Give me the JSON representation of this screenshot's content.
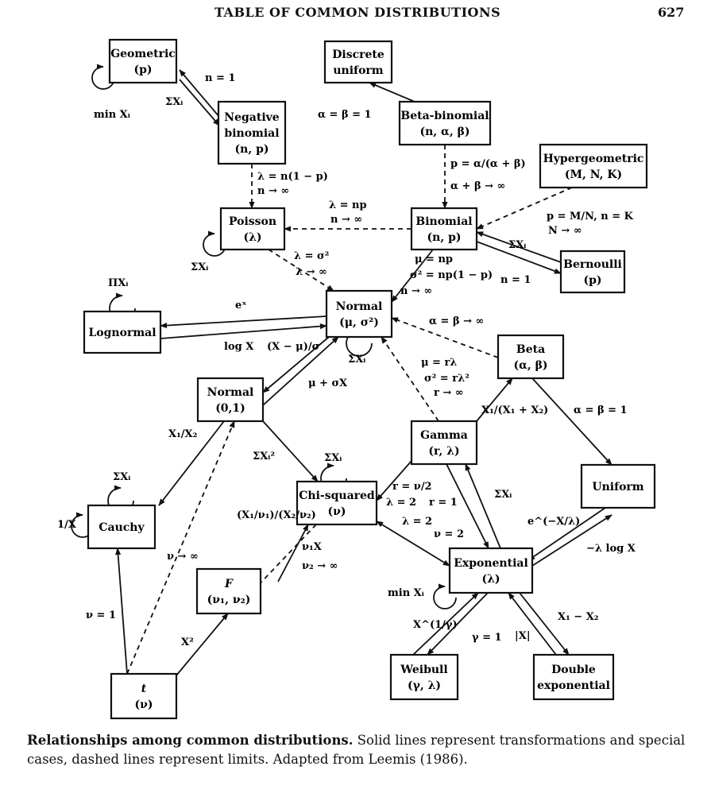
{
  "header": {
    "title": "TABLE OF COMMON DISTRIBUTIONS",
    "page_number": "627"
  },
  "caption": {
    "title": "Relationships among common distributions.",
    "body": "Solid lines represent transformations and special cases, dashed lines represent limits. Adapted from Leemis (1986)."
  },
  "nodes": [
    {
      "id": "geometric",
      "lines": [
        "Geometric",
        "(p)"
      ]
    },
    {
      "id": "discrete-uniform",
      "lines": [
        "Discrete",
        "uniform"
      ]
    },
    {
      "id": "negative-binomial",
      "lines": [
        "Negative",
        "binomial",
        "(n, p)"
      ]
    },
    {
      "id": "beta-binomial",
      "lines": [
        "Beta-binomial",
        "(n, α, β)"
      ]
    },
    {
      "id": "hypergeometric",
      "lines": [
        "Hypergeometric",
        "(M, N, K)"
      ]
    },
    {
      "id": "poisson",
      "lines": [
        "Poisson",
        "(λ)"
      ]
    },
    {
      "id": "binomial",
      "lines": [
        "Binomial",
        "(n, p)"
      ]
    },
    {
      "id": "bernoulli",
      "lines": [
        "Bernoulli",
        "(p)"
      ]
    },
    {
      "id": "normal",
      "lines": [
        "Normal",
        "(μ, σ²)"
      ]
    },
    {
      "id": "lognormal",
      "lines": [
        "Lognormal"
      ]
    },
    {
      "id": "beta",
      "lines": [
        "Beta",
        "(α, β)"
      ]
    },
    {
      "id": "standard-normal",
      "lines": [
        "Normal",
        "(0,1)"
      ]
    },
    {
      "id": "gamma",
      "lines": [
        "Gamma",
        "(r, λ)"
      ]
    },
    {
      "id": "uniform",
      "lines": [
        "Uniform"
      ]
    },
    {
      "id": "cauchy",
      "lines": [
        "Cauchy"
      ]
    },
    {
      "id": "chi-squared",
      "lines": [
        "Chi-squared",
        "(ν)"
      ]
    },
    {
      "id": "f",
      "lines": [
        "F",
        "(ν₁, ν₂)"
      ]
    },
    {
      "id": "exponential",
      "lines": [
        "Exponential",
        "(λ)"
      ]
    },
    {
      "id": "t",
      "lines": [
        "t",
        "(ν)"
      ]
    },
    {
      "id": "weibull",
      "lines": [
        "Weibull",
        "(γ, λ)"
      ]
    },
    {
      "id": "double-exponential",
      "lines": [
        "Double",
        "exponential"
      ]
    }
  ],
  "labels": [
    {
      "id": "geo-negbin-n1",
      "text": "n = 1"
    },
    {
      "id": "geo-sum",
      "text": "ΣXᵢ"
    },
    {
      "id": "geo-min",
      "text": "min Xᵢ"
    },
    {
      "id": "betabin-discunif",
      "text": "α = β = 1"
    },
    {
      "id": "negbin-poisson-1",
      "text": "λ = n(1 − p)"
    },
    {
      "id": "negbin-poisson-2",
      "text": "n → ∞"
    },
    {
      "id": "betabin-binom-1",
      "text": "p = α/(α + β)"
    },
    {
      "id": "betabin-binom-2",
      "text": "α + β → ∞"
    },
    {
      "id": "binom-poisson-1",
      "text": "λ = np"
    },
    {
      "id": "binom-poisson-2",
      "text": "n → ∞"
    },
    {
      "id": "hyper-binom-1",
      "text": "p = M/N, n = K"
    },
    {
      "id": "hyper-binom-2",
      "text": "N → ∞"
    },
    {
      "id": "bern-sum",
      "text": "ΣXᵢ"
    },
    {
      "id": "bern-n1",
      "text": "n = 1"
    },
    {
      "id": "poisson-sum",
      "text": "ΣXᵢ"
    },
    {
      "id": "poisson-normal-1",
      "text": "λ = σ²"
    },
    {
      "id": "poisson-normal-2",
      "text": "λ → ∞"
    },
    {
      "id": "binom-normal-1",
      "text": "μ = np"
    },
    {
      "id": "binom-normal-2",
      "text": "σ² = np(1 − p)"
    },
    {
      "id": "binom-normal-3",
      "text": "n → ∞"
    },
    {
      "id": "lognormal-prod",
      "text": "ΠXᵢ"
    },
    {
      "id": "lognormal-ex",
      "text": "eˣ"
    },
    {
      "id": "lognormal-log",
      "text": "log X"
    },
    {
      "id": "std-normal-1",
      "text": "(X − μ)/σ"
    },
    {
      "id": "std-normal-2",
      "text": "μ + σX"
    },
    {
      "id": "normal-sum",
      "text": "ΣXᵢ"
    },
    {
      "id": "beta-normal",
      "text": "α = β → ∞"
    },
    {
      "id": "gamma-normal-1",
      "text": "μ = rλ"
    },
    {
      "id": "gamma-normal-2",
      "text": "σ² = rλ²"
    },
    {
      "id": "gamma-normal-3",
      "text": "r → ∞"
    },
    {
      "id": "beta-uniform",
      "text": "α = β = 1"
    },
    {
      "id": "gamma-beta",
      "text": "X₁/(X₁ + X₂)"
    },
    {
      "id": "cauchy-ratio",
      "text": "X₁/X₂"
    },
    {
      "id": "chisq-sq",
      "text": "ΣXᵢ²"
    },
    {
      "id": "chisq-sum",
      "text": "ΣXᵢ"
    },
    {
      "id": "gamma-chisq-1",
      "text": "r = ν/2"
    },
    {
      "id": "gamma-chisq-2",
      "text": "λ = 2"
    },
    {
      "id": "gamma-chisq-3",
      "text": "r = 1"
    },
    {
      "id": "gamma-exp-sum",
      "text": "ΣXᵢ"
    },
    {
      "id": "cauchy-sum",
      "text": "ΣXᵢ"
    },
    {
      "id": "cauchy-recip",
      "text": "1/X"
    },
    {
      "id": "t-normal",
      "text": "ν → ∞"
    },
    {
      "id": "chisq-f-ratio",
      "text": "(X₁/ν₁)/(X₂/ν₂)"
    },
    {
      "id": "f-chisq-1",
      "text": "ν₁X"
    },
    {
      "id": "f-chisq-2",
      "text": "ν₂ → ∞"
    },
    {
      "id": "chisq-exp-1",
      "text": "λ = 2"
    },
    {
      "id": "chisq-exp-2",
      "text": "ν = 2"
    },
    {
      "id": "uniform-exp-1",
      "text": "e^(−X/λ)"
    },
    {
      "id": "uniform-exp-2",
      "text": "−λ log X"
    },
    {
      "id": "exp-min",
      "text": "min Xᵢ"
    },
    {
      "id": "t-cauchy",
      "text": "ν = 1"
    },
    {
      "id": "t-f",
      "text": "X²"
    },
    {
      "id": "weibull-1",
      "text": "X^(1/γ)"
    },
    {
      "id": "weibull-2",
      "text": "γ = 1"
    },
    {
      "id": "dexp-1",
      "text": "|X|"
    },
    {
      "id": "dexp-2",
      "text": "X₁ − X₂"
    }
  ]
}
